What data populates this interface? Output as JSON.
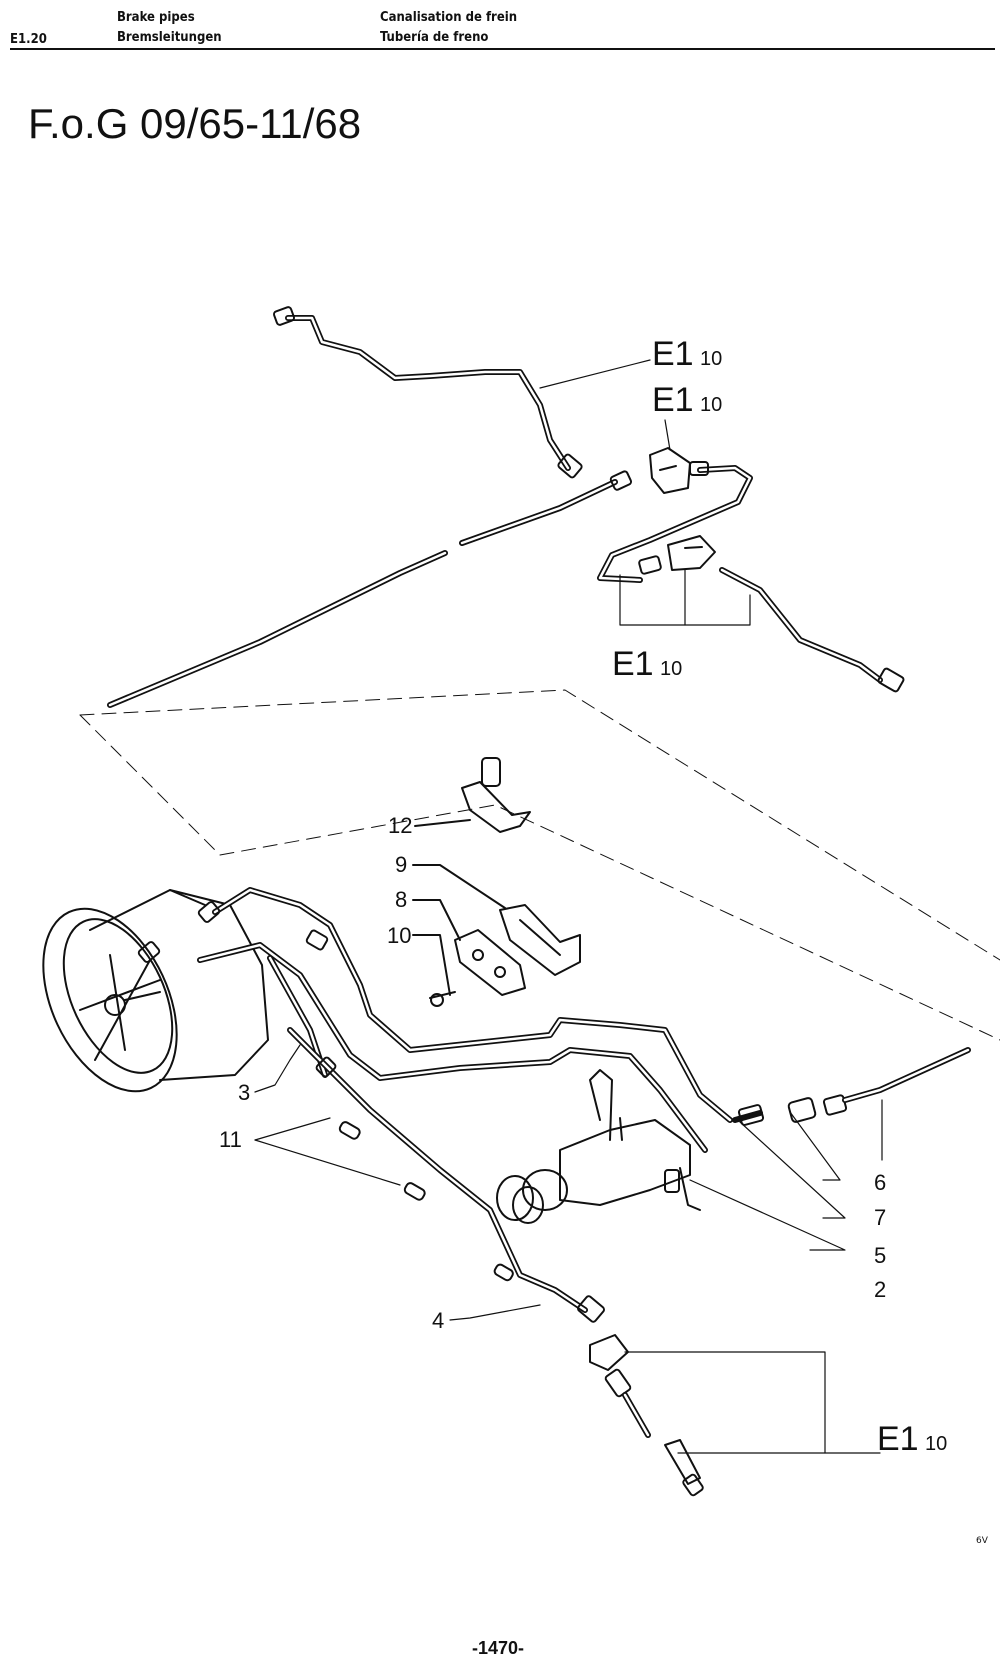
{
  "header": {
    "section_code": "E1.20",
    "title_en": "Brake pipes",
    "title_de": "Bremsleitungen",
    "title_fr": "Canalisation de frein",
    "title_es": "Tubería de freno"
  },
  "diagram_title": "F.o.G 09/65-11/68",
  "reference": {
    "main": "E1",
    "sub": "10"
  },
  "callouts": {
    "c2": "2",
    "c3": "3",
    "c4": "4",
    "c5": "5",
    "c6": "6",
    "c7": "7",
    "c8": "8",
    "c9": "9",
    "c10": "10",
    "c11": "11",
    "c12": "12"
  },
  "corner_mark": "6V",
  "page_number": "-1470-"
}
